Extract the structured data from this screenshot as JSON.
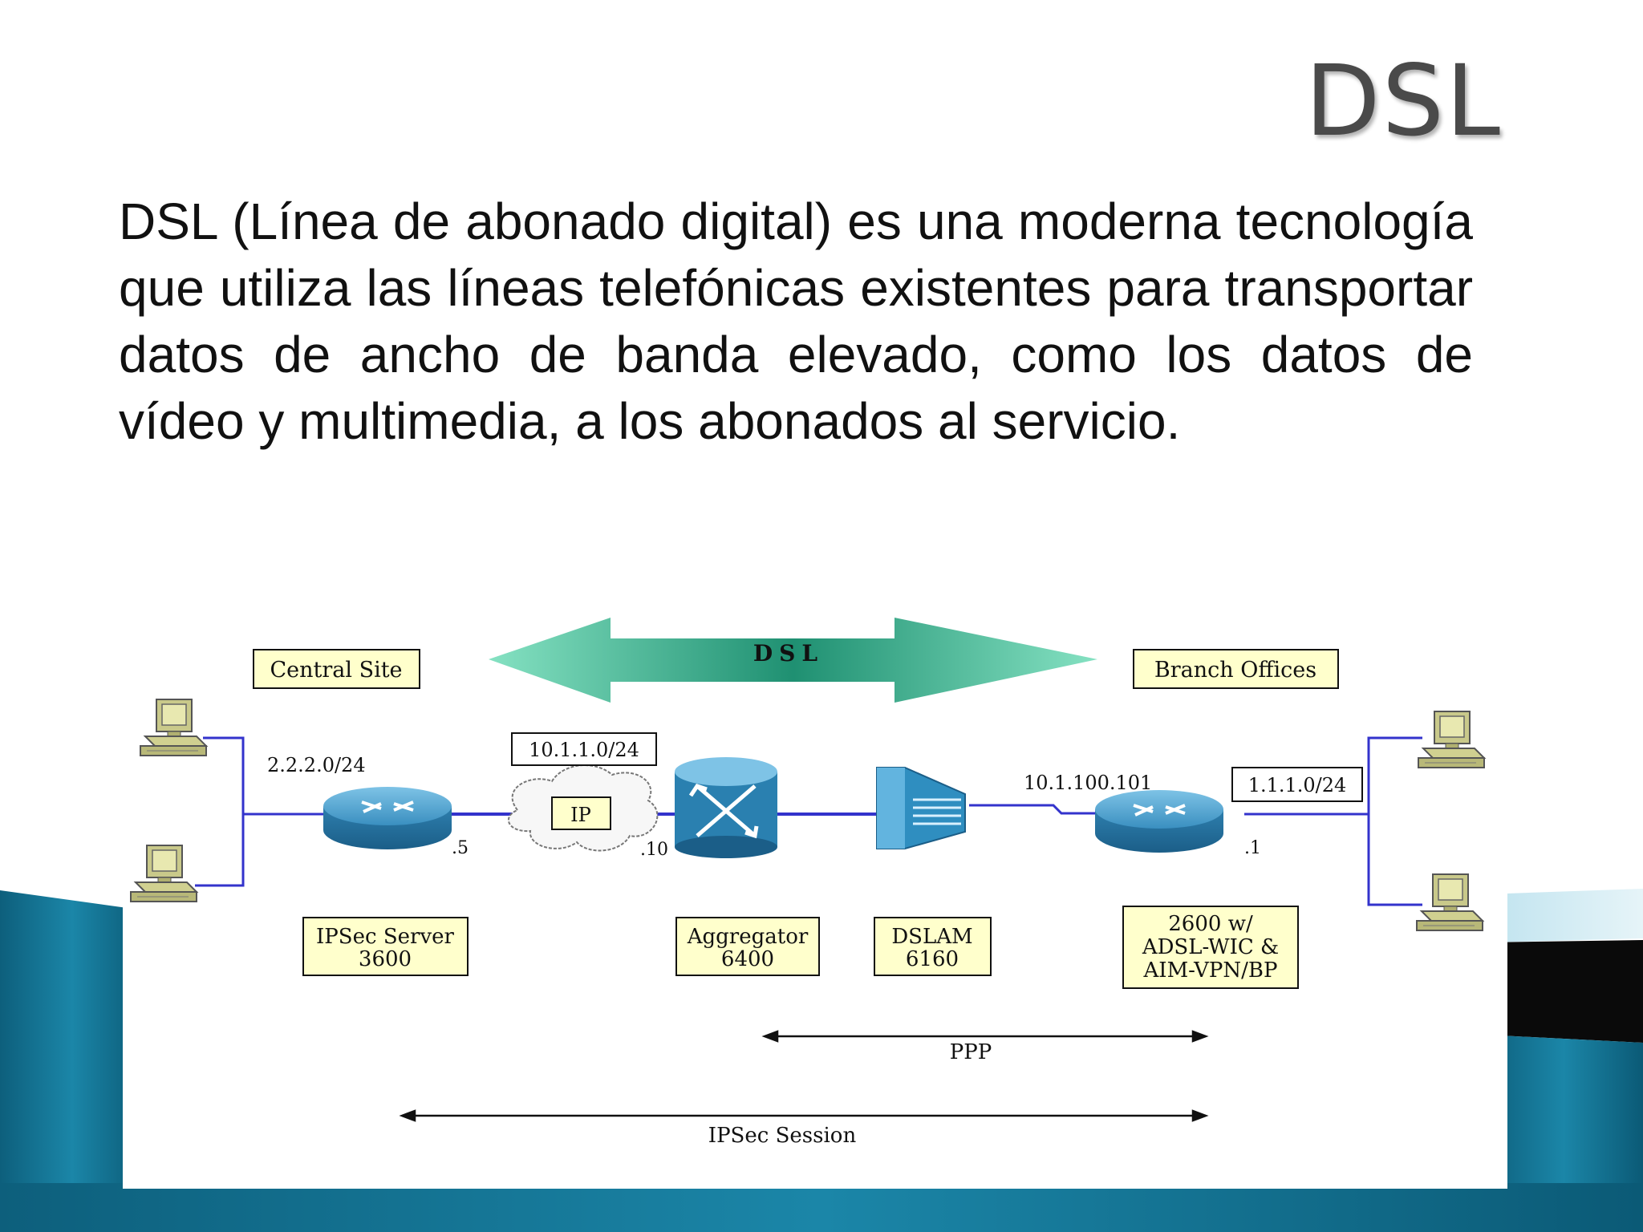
{
  "slide": {
    "title": "DSL",
    "body": "DSL (Línea de abonado digital) es una moderna tecnología que utiliza las líneas telefónicas existentes para transportar datos de ancho de banda elevado, como los datos de vídeo y multimedia, a los abonados al servicio."
  },
  "diagram": {
    "banner": "DSL",
    "central_site": "Central Site",
    "branch_offices": "Branch Offices",
    "central_network": "2.2.2.0/24",
    "cloud_network": "10.1.1.0/24",
    "cloud_label": "IP",
    "branch_wan_ip": "10.1.100.101",
    "branch_network": "1.1.1.0/24",
    "server_if": ".5",
    "aggregator_if": ".10",
    "branch_if": ".1",
    "ipsec_server": [
      "IPSec Server",
      "3600"
    ],
    "aggregator": [
      "Aggregator",
      "6400"
    ],
    "dslam": [
      "DSLAM",
      "6160"
    ],
    "branch_router": [
      "2600 w/",
      "ADSL-WIC &",
      "AIM-VPN/BP"
    ],
    "ppp_label": "PPP",
    "ipsec_session_label": "IPSec Session"
  },
  "colors": {
    "title": "#4a4a4a",
    "label_box_fill": "#ffffcc",
    "link_blue": "#3333cc",
    "device_blue": "#2a7aa8",
    "dsl_arrow_green": "#2bb58c",
    "slide_teal": "#0e6f8e"
  },
  "icons": [
    "computer-icon",
    "router-icon",
    "atm-switch-icon",
    "dslam-icon",
    "cloud-icon"
  ]
}
